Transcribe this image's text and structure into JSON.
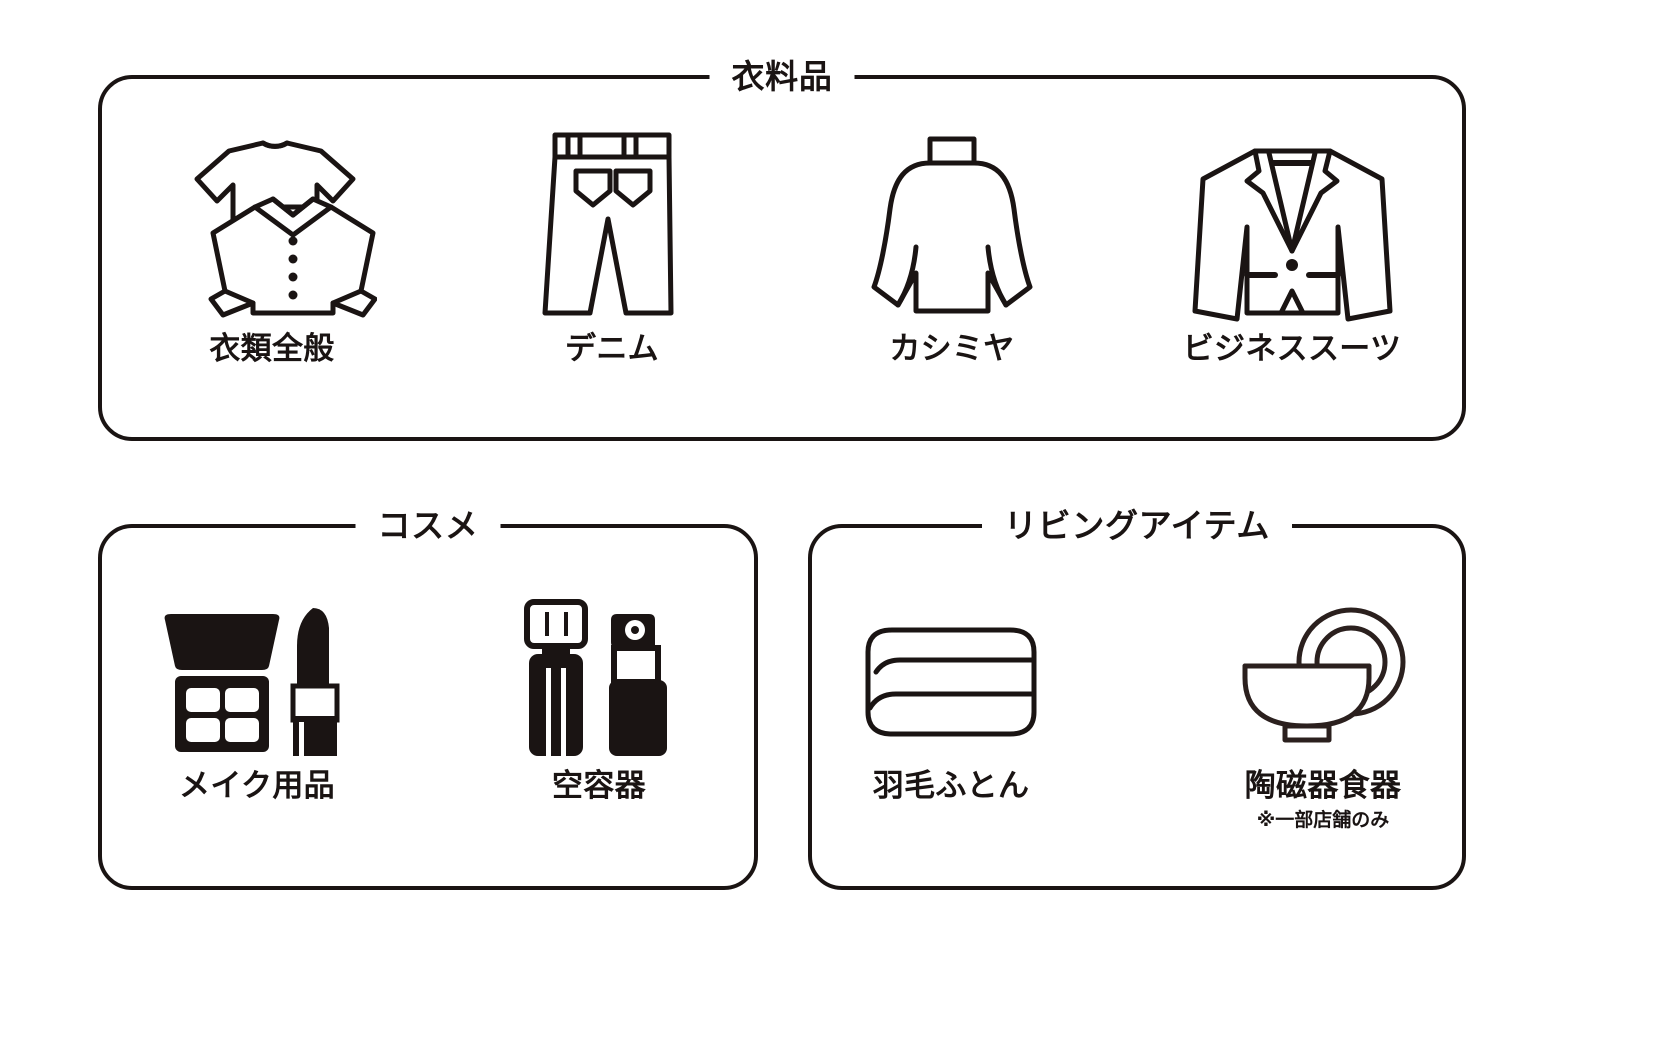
{
  "page": {
    "background": "#ffffff",
    "line_color": "#1a1413"
  },
  "panels": [
    {
      "id": "apparel",
      "title": "衣料品",
      "items": [
        {
          "label": "衣類全般",
          "icon": "shirts-icon",
          "note": ""
        },
        {
          "label": "デニム",
          "icon": "jeans-icon",
          "note": ""
        },
        {
          "label": "カシミヤ",
          "icon": "sweater-icon",
          "note": ""
        },
        {
          "label": "ビジネススーツ",
          "icon": "suit-jacket-icon",
          "note": ""
        }
      ]
    },
    {
      "id": "cosme",
      "title": "コスメ",
      "items": [
        {
          "label": "メイク用品",
          "icon": "makeup-palette-lipstick-icon",
          "note": ""
        },
        {
          "label": "空容器",
          "icon": "empty-bottles-icon",
          "note": ""
        }
      ]
    },
    {
      "id": "living",
      "title": "リビングアイテム",
      "items": [
        {
          "label": "羽毛ふとん",
          "icon": "folded-duvet-icon",
          "note": ""
        },
        {
          "label": "陶磁器食器",
          "icon": "bowl-plate-icon",
          "note": "※一部店舗のみ"
        }
      ]
    }
  ]
}
